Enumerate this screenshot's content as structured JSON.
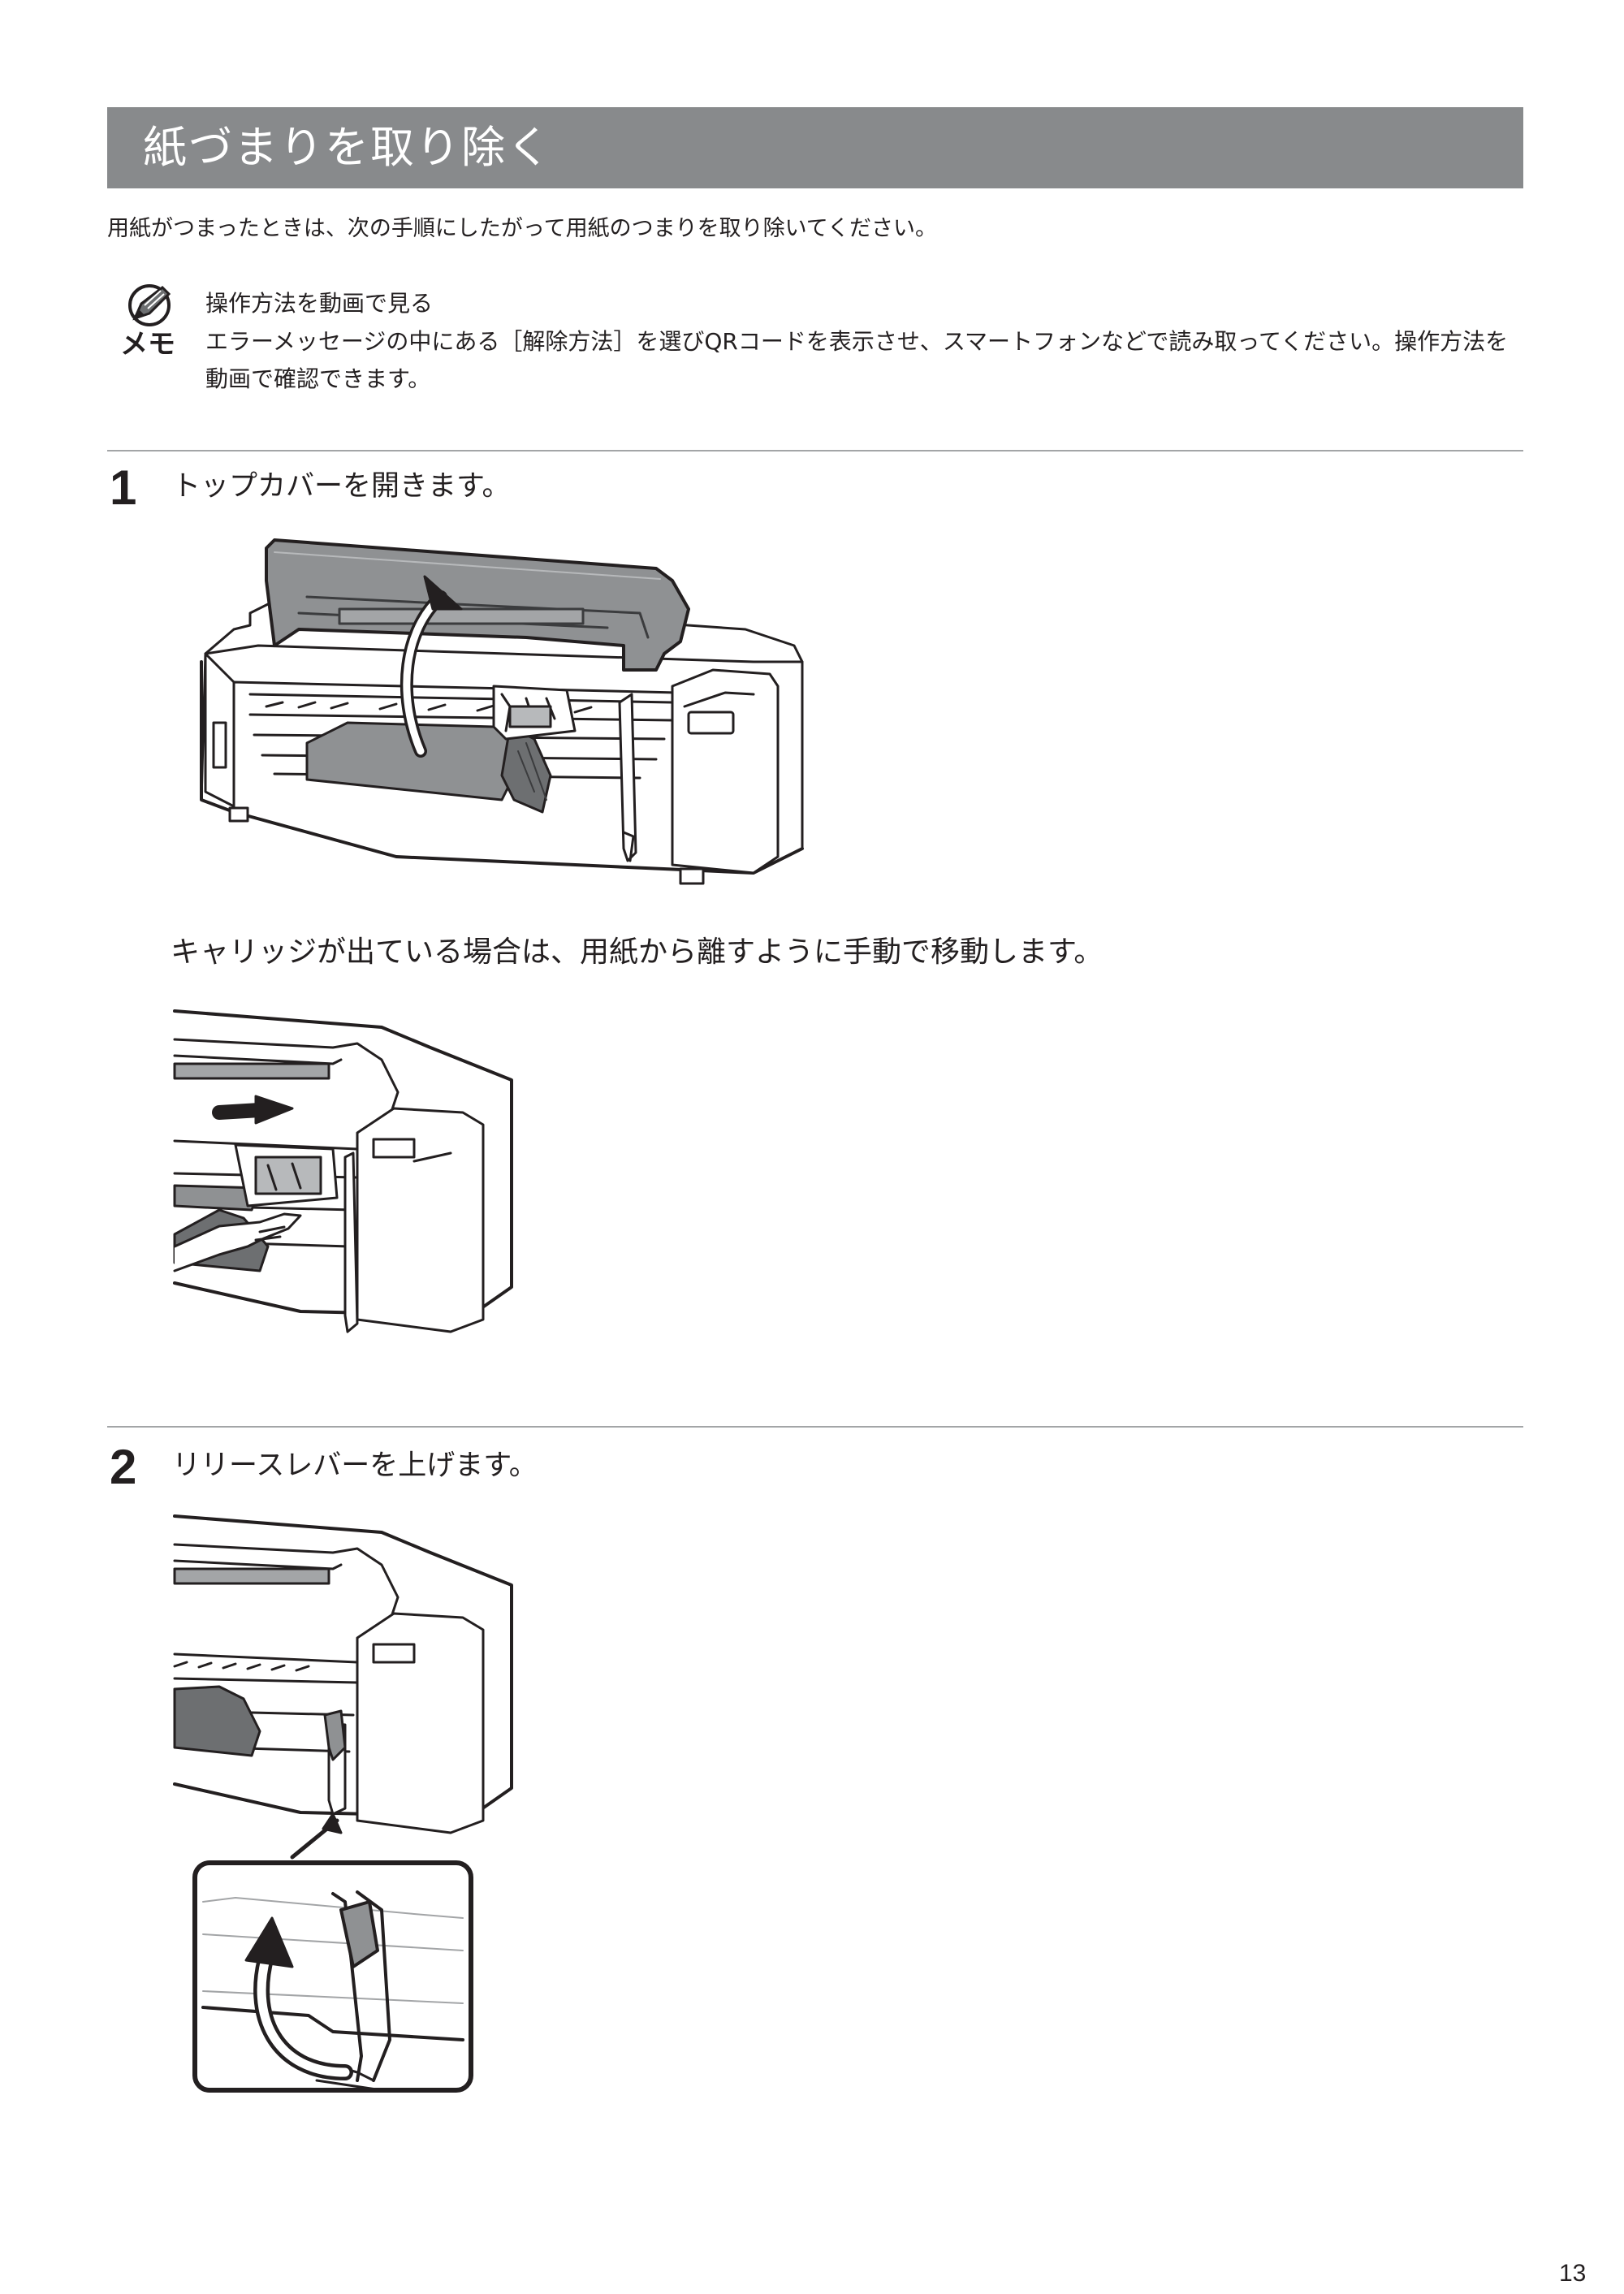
{
  "section": {
    "title": "紙づまりを取り除く"
  },
  "intro": "用紙がつまったときは、次の手順にしたがって用紙のつまりを取り除いてください。",
  "memo": {
    "label": "メモ",
    "title": "操作方法を動画で見る",
    "body": "エラーメッセージの中にある［解除方法］を選びQRコードを表示させ、スマートフォンなどで読み取ってください。操作方法を動画で確認できます。"
  },
  "steps": [
    {
      "number": "1",
      "text": "トップカバーを開きます。",
      "sub_text": "キャリッジが出ている場合は、用紙から離すように手動で移動します。"
    },
    {
      "number": "2",
      "text": "リリースレバーを上げます。"
    }
  ],
  "page_number": "13",
  "colors": {
    "title_bar": "#888a8c",
    "divider": "#a3a5a7",
    "paper_gray": "#8f9193"
  }
}
